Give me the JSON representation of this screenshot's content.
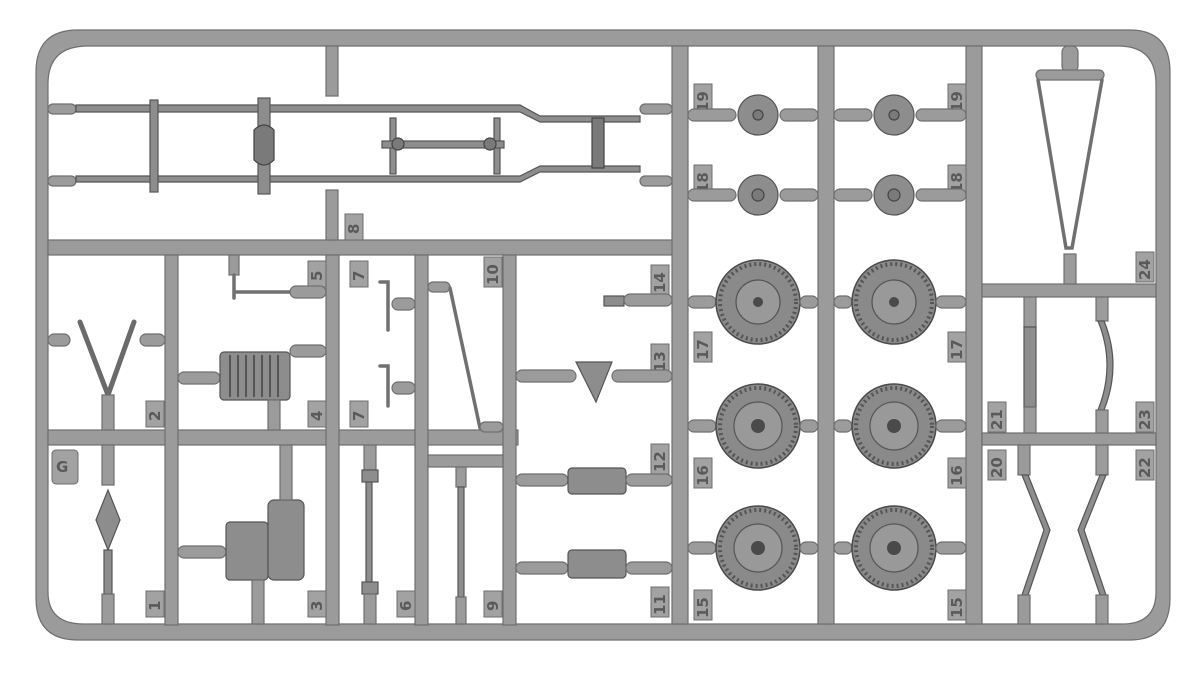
{
  "sprue": {
    "letter": "G",
    "labels": {
      "n1": "1",
      "n2": "2",
      "n3": "3",
      "n4": "4",
      "n5": "5",
      "n6": "6",
      "n7a": "7",
      "n7b": "7",
      "n8": "8",
      "n9": "9",
      "n10": "10",
      "n11": "11",
      "n12": "12",
      "n13": "13",
      "n14": "14",
      "n15a": "15",
      "n15b": "15",
      "n16a": "16",
      "n16b": "16",
      "n17a": "17",
      "n17b": "17",
      "n18a": "18",
      "n18b": "18",
      "n19a": "19",
      "n19b": "19",
      "n20": "20",
      "n21": "21",
      "n22": "22",
      "n23": "23",
      "n24": "24"
    }
  },
  "colors": {
    "plastic": "#9b9b9b",
    "background": "#ffffff"
  }
}
